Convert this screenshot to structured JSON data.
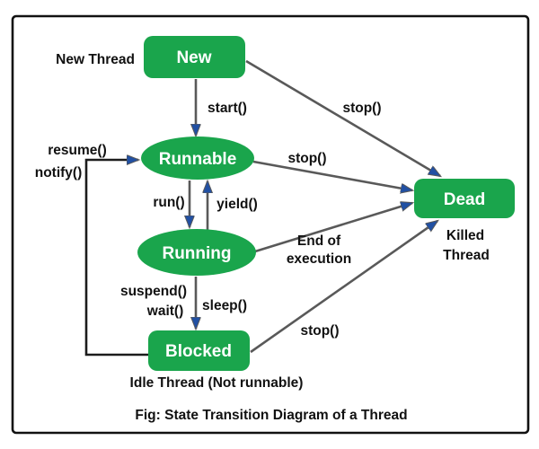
{
  "diagram": {
    "caption": "Fig: State Transition Diagram of a Thread",
    "colors": {
      "node_green": "#1aa54c",
      "arrowhead_blue": "#2150a3",
      "line_gray": "#595959",
      "loop_line_black": "#1c1c1c",
      "border_black": "#111111",
      "node_text_white": "#ffffff"
    },
    "nodes": {
      "new": "New",
      "runnable": "Runnable",
      "running": "Running",
      "blocked": "Blocked",
      "dead": "Dead"
    },
    "annotations": {
      "new_thread": "New Thread",
      "killed_line1": "Killed",
      "killed_line2": "Thread",
      "idle_thread": "Idle Thread (Not runnable)"
    },
    "edges": {
      "start": "start()",
      "stop_new_to_dead": "stop()",
      "stop_runnable_to_dead": "stop()",
      "stop_blocked_to_dead": "stop()",
      "resume": "resume()",
      "notify": "notify()",
      "run": "run()",
      "yield": "yield()",
      "end_of_execution_line1": "End of",
      "end_of_execution_line2": "execution",
      "suspend": "suspend()",
      "wait": "wait()",
      "sleep": "sleep()"
    }
  }
}
